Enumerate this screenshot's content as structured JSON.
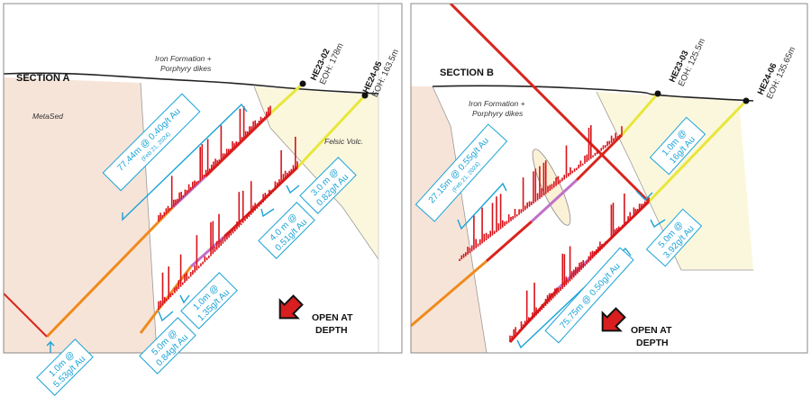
{
  "colors": {
    "metased": "#f7e4d8",
    "felsic": "#fbf7dd",
    "drill_orange": "#f08a1c",
    "drill_yellow": "#e8e63a",
    "drill_purple": "#c070c8",
    "drill_red": "#d9241c",
    "assay": "#d8121a",
    "callout": "#1aa3d6",
    "arrow": "#d81e1e"
  },
  "section_a": {
    "title": "SECTION A",
    "unit_metased": "MetaSed",
    "unit_iron": "Iron Formation +",
    "unit_iron2": "Porphyry dikes",
    "unit_felsic": "Felsic Volc.",
    "hole1": {
      "name": "HE23-02",
      "eoh": "EOH: 178m"
    },
    "hole2": {
      "name": "HE24-05",
      "eoh": "EOH: 163.5m"
    },
    "callouts": [
      {
        "line1": "77.44m @ 0.40g/t Au",
        "line2": "(Feb 21, 2024)"
      },
      {
        "line1": "4.0 m @",
        "line2": "0.51g/t Au"
      },
      {
        "line1": "3.0 m @",
        "line2": "0.82g/t Au"
      },
      {
        "line1": "1.0m @",
        "line2": "1.35g/t Au"
      },
      {
        "line1": "5.0m @",
        "line2": "0.84g/t Au"
      },
      {
        "line1": "1.0m @",
        "line2": "5.53g/t Au"
      }
    ],
    "open_line1": "OPEN AT",
    "open_line2": "DEPTH"
  },
  "section_b": {
    "title": "SECTION B",
    "unit_iron": "Iron Formation +",
    "unit_iron2": "Porphyry dikes",
    "hole1": {
      "name": "HE23-03",
      "eoh": "EOH: 125.5m"
    },
    "hole2": {
      "name": "HE24-06",
      "eoh": "EOH: 135.65m"
    },
    "callouts": [
      {
        "line1": "27.15m @ 0.55g/t Au",
        "line2": "(Feb 21, 2024)"
      },
      {
        "line1": "1.0m @",
        "line2": "16g/t Au"
      },
      {
        "line1": "5.0m @",
        "line2": "3.92g/t Au"
      },
      {
        "line1": "75.75m @ 0.50g/t Au",
        "line2": ""
      }
    ],
    "open_line1": "OPEN AT",
    "open_line2": "DEPTH"
  }
}
